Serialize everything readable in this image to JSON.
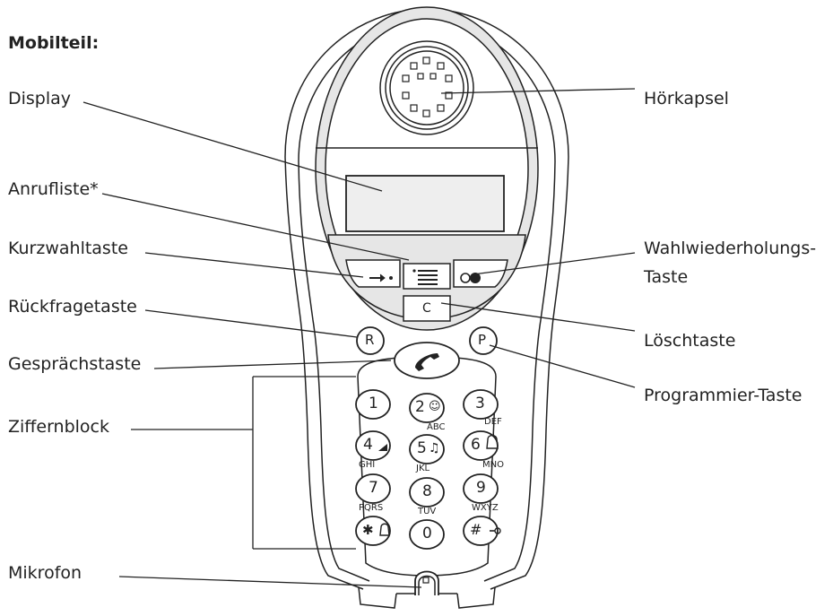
{
  "heading": "Mobilteil:",
  "labels": {
    "display": "Display",
    "anrufliste": "Anrufliste*",
    "kurzwahl": "Kurzwahltaste",
    "rueckfrage": "Rückfragetaste",
    "gespraech": "Gesprächstaste",
    "ziffernblock": "Ziffernblock",
    "mikrofon": "Mikrofon",
    "hoerkapsel": "Hörkapsel",
    "wahlwiederholung_1": "Wahlwiederholungs-",
    "wahlwiederholung_2": "Taste",
    "loesch": "Löschtaste",
    "programmier": "Programmier-Taste"
  },
  "keys": {
    "r": "R",
    "p": "P",
    "c": "C",
    "k1": "1",
    "k2": "2",
    "k2_sub": "ABC",
    "k3": "3",
    "k3_sub": "DEF",
    "k4": "4",
    "k4_sub": "GHI",
    "k5": "5",
    "k5_sub": "JKL",
    "k6": "6",
    "k6_sub": "MNO",
    "k7": "7",
    "k7_sub": "PQRS",
    "k8": "8",
    "k8_sub": "TUV",
    "k9": "9",
    "k9_sub": "WXYZ",
    "k0": "0",
    "kstar": "✱",
    "khash": "#"
  },
  "colors": {
    "line": "#222222",
    "shade": "#e6e6e6",
    "screen": "#eeeeee"
  }
}
